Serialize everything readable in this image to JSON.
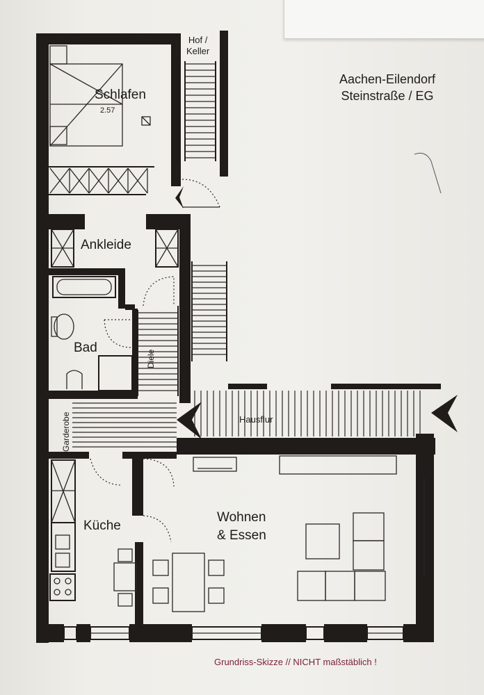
{
  "address": {
    "line1": "Aachen-Eilendorf",
    "line2": "Steinstraße / EG"
  },
  "rooms": {
    "schlafen": "Schlafen",
    "ankleide": "Ankleide",
    "bad": "Bad",
    "diele": "Diele",
    "garderobe": "Garderobe",
    "kueche": "Küche",
    "wohnen_line1": "Wohnen",
    "wohnen_line2": "& Essen",
    "hausflur": "Hausflur",
    "hof_keller_line1": "Hof /",
    "hof_keller_line2": "Keller"
  },
  "dimension_label": "2.57",
  "footer_note": "Grundriss-Skizze  //  NICHT maßstäblich !"
}
